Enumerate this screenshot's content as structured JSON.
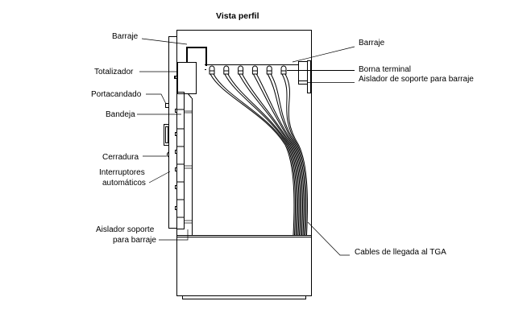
{
  "title": "Vista perfil",
  "labels_left": {
    "barraje": "Barraje",
    "totalizador": "Totalizador",
    "portacandado": "Portacandado",
    "bandeja": "Bandeja",
    "cerradura": "Cerradura",
    "interruptores_1": "Interruptores",
    "interruptores_2": "automáticos",
    "aislador_1": "Aislador soporte",
    "aislador_2": "para barraje"
  },
  "labels_right": {
    "barraje": "Barraje",
    "borna": "Borna terminal",
    "aislador": "Aislador de soporte para barraje",
    "cables": "Cables de llegada al TGA"
  },
  "terminal_count": 6
}
